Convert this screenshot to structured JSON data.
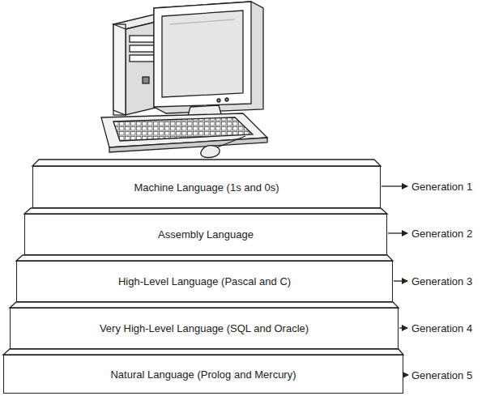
{
  "diagram": {
    "nodes": [
      {
        "text": [
          "Machine Language (1s and 0s)"
        ]
      },
      {
        "text": [
          "Assembly Language"
        ]
      },
      {
        "text": [
          "High-Level Language (Pascal and C)"
        ]
      },
      {
        "text": [
          "Very High-Level Language (SQL and Oracle)"
        ]
      },
      {
        "text": [
          "Natural Language (Prolog and Mercury)"
        ]
      }
    ],
    "labels": [
      "Generation 1",
      "Generation 2",
      "Generation 3",
      "Generation 4",
      "Generation 5"
    ]
  }
}
